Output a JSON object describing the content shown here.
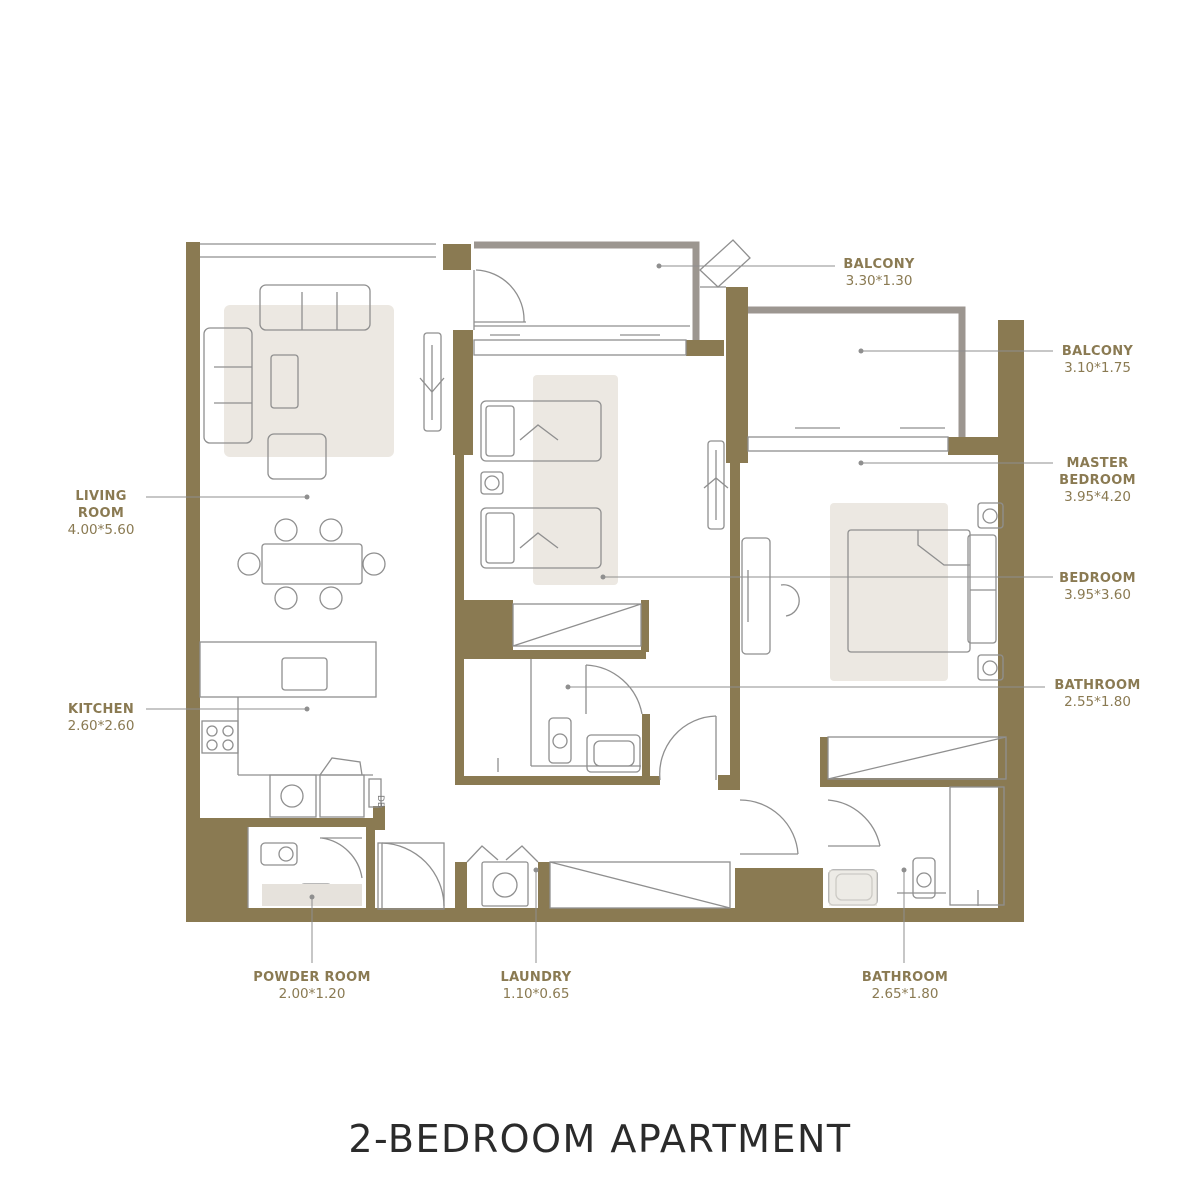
{
  "title": "2-BEDROOM APARTMENT",
  "colors": {
    "wall": "#8a7a52",
    "balcony_edge": "#9c9690",
    "rug": "#ece8e2",
    "line": "#8f8f8f",
    "label": "#8a7a52",
    "title": "#2b2b2b"
  },
  "rooms": [
    {
      "id": "balcony-1",
      "name": "BALCONY",
      "size": "3.30*1.30"
    },
    {
      "id": "balcony-2",
      "name": "BALCONY",
      "size": "3.10*1.75"
    },
    {
      "id": "master-bedroom",
      "name": "MASTER BEDROOM",
      "size": "3.95*4.20"
    },
    {
      "id": "bedroom",
      "name": "BEDROOM",
      "size": "3.95*3.60"
    },
    {
      "id": "bathroom-1",
      "name": "BATHROOM",
      "size": "2.55*1.80"
    },
    {
      "id": "living-room",
      "name": "LIVING ROOM",
      "size": "4.00*5.60"
    },
    {
      "id": "kitchen",
      "name": "KITCHEN",
      "size": "2.60*2.60"
    },
    {
      "id": "powder-room",
      "name": "POWDER ROOM",
      "size": "2.00*1.20"
    },
    {
      "id": "laundry",
      "name": "LAUNDRY",
      "size": "1.10*0.65"
    },
    {
      "id": "bathroom-2",
      "name": "BATHROOM",
      "size": "2.65*1.80"
    }
  ],
  "fixture_labels": {
    "db": "DB"
  }
}
